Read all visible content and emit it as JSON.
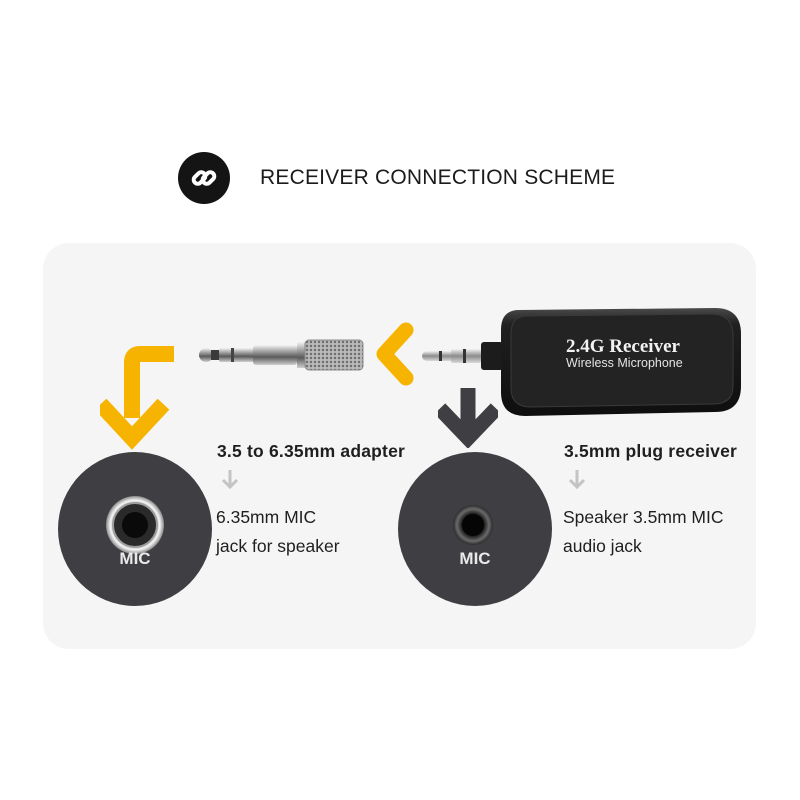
{
  "header": {
    "title": "RECEIVER CONNECTION SCHEME",
    "icon": "link-chain-icon"
  },
  "receiver": {
    "title": "2.4G Receiver",
    "subtitle": "Wireless Microphone"
  },
  "left_column": {
    "jack_label": "MIC",
    "component_label": "3.5 to 6.35mm adapter",
    "target_line1": "6.35mm MIC",
    "target_line2": "jack for speaker"
  },
  "right_column": {
    "jack_label": "MIC",
    "component_label": "3.5mm plug receiver",
    "target_line1": "Speaker 3.5mm MIC",
    "target_line2": "audio jack"
  },
  "colors": {
    "accent_arrow": "#f6b300",
    "dark_arrow": "#3f3f43",
    "jack_disc": "#3f3f43",
    "panel": "#f5f5f5"
  }
}
